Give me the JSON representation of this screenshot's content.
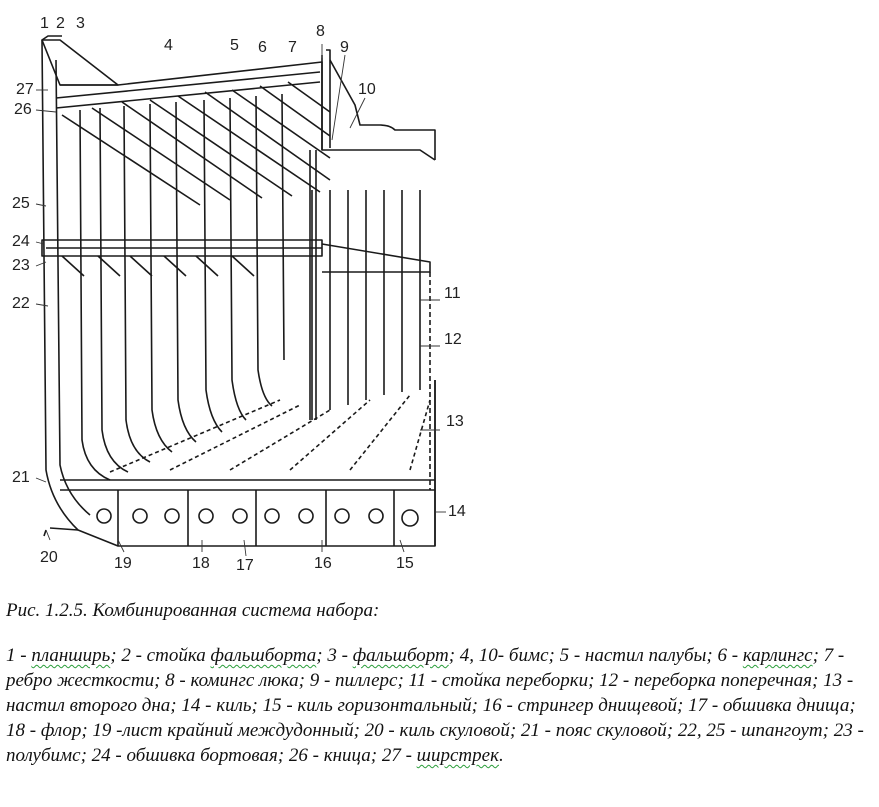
{
  "figure": {
    "numbers": [
      "1",
      "2",
      "3",
      "4",
      "5",
      "6",
      "7",
      "8",
      "9",
      "10",
      "11",
      "12",
      "13",
      "14",
      "15",
      "16",
      "17",
      "18",
      "19",
      "20",
      "21",
      "22",
      "23",
      "24",
      "25",
      "26",
      "27"
    ]
  },
  "caption": {
    "title": "Рис. 1.2.5. Комбинированная система набора:",
    "legend_parts": [
      "1 - ",
      "планширь",
      "; 2 - стойка ",
      "фальшборта",
      "; 3 - ",
      "фальшборт",
      "; 4, 10- бимс; 5 - настил палубы; 6 - ",
      "карлингс",
      "; 7 - ребро жесткости; 8 - комингс люка; 9 - пиллерс; 11 - стойка переборки; 12 - переборка поперечная; 13 - настил второго дна; 14 - киль; 15 - киль горизонтальный; 16 - стрингер днищевой; 17 - обшивка днища; 18 - флор; 19 -лист крайний междудонный; 20 - киль скуловой; 21 - пояс скуловой; 22, 25 - шпангоут; 23 - полубимс; 24 - обшивка бортовая; 26 - кница; 27 - ",
      "ширстрек",
      "."
    ]
  }
}
